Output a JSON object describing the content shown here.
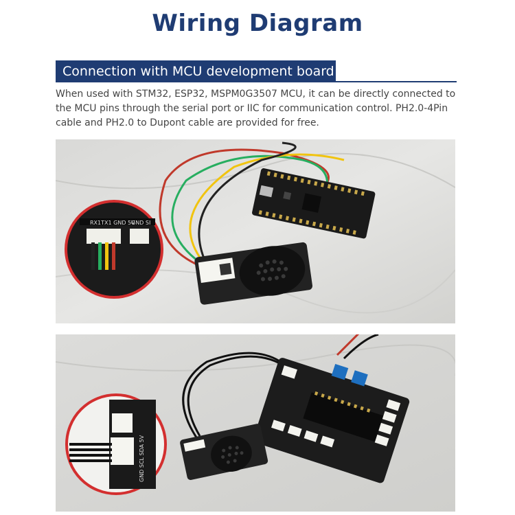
{
  "title": "Wiring Diagram",
  "section": {
    "heading": "Connection with MCU development board",
    "description": "When used with STM32, ESP32, MSPM0G3507 MCU, it can be directly connected to the MCU pins through the serial port or IIC for communication control. PH2.0-4Pin cable and PH2.0 to Dupont cable are provided for free."
  },
  "photo1": {
    "pin_labels": "RX1TX1 GND 5V",
    "pin_labels_right": "GND SI"
  },
  "photo2": {
    "pin_labels": "GND SCL SDA 5V"
  },
  "colors": {
    "title": "#1f3c73",
    "banner": "#1f3c73",
    "background": "#ffffff",
    "callout_ring": "#d32f2f"
  }
}
